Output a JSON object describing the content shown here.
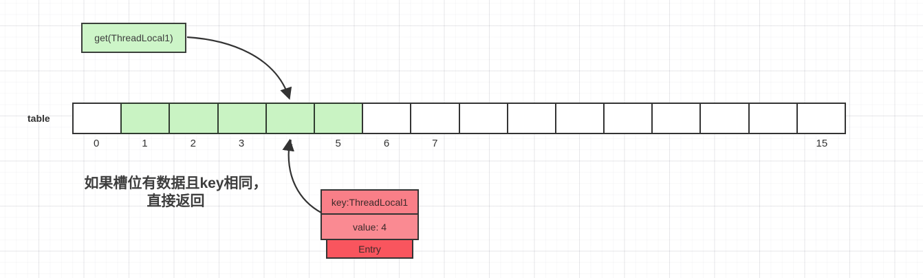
{
  "colors": {
    "green_fill": "#c9f3c3",
    "green_box_fill": "#cdf5c8",
    "red_key": "#f97f88",
    "red_value": "#fa8a92",
    "red_entry": "#f9555e",
    "line_color": "#333333",
    "text_color": "#3d3d3d"
  },
  "get_box": {
    "label": "get(ThreadLocal1)"
  },
  "table": {
    "label": "table",
    "slot_count": 16,
    "highlighted_slots": [
      1,
      2,
      3,
      4,
      5
    ],
    "index_labels": [
      "0",
      "1",
      "2",
      "3",
      "4",
      "5",
      "6",
      "7",
      "",
      "",
      "",
      "",
      "",
      "",
      "",
      "15"
    ]
  },
  "entry": {
    "key_label": "key:ThreadLocal1",
    "value_label": "value: 4",
    "type_label": "Entry"
  },
  "caption": {
    "line1": "如果槽位有数据且key相同，",
    "line2": "直接返回"
  }
}
